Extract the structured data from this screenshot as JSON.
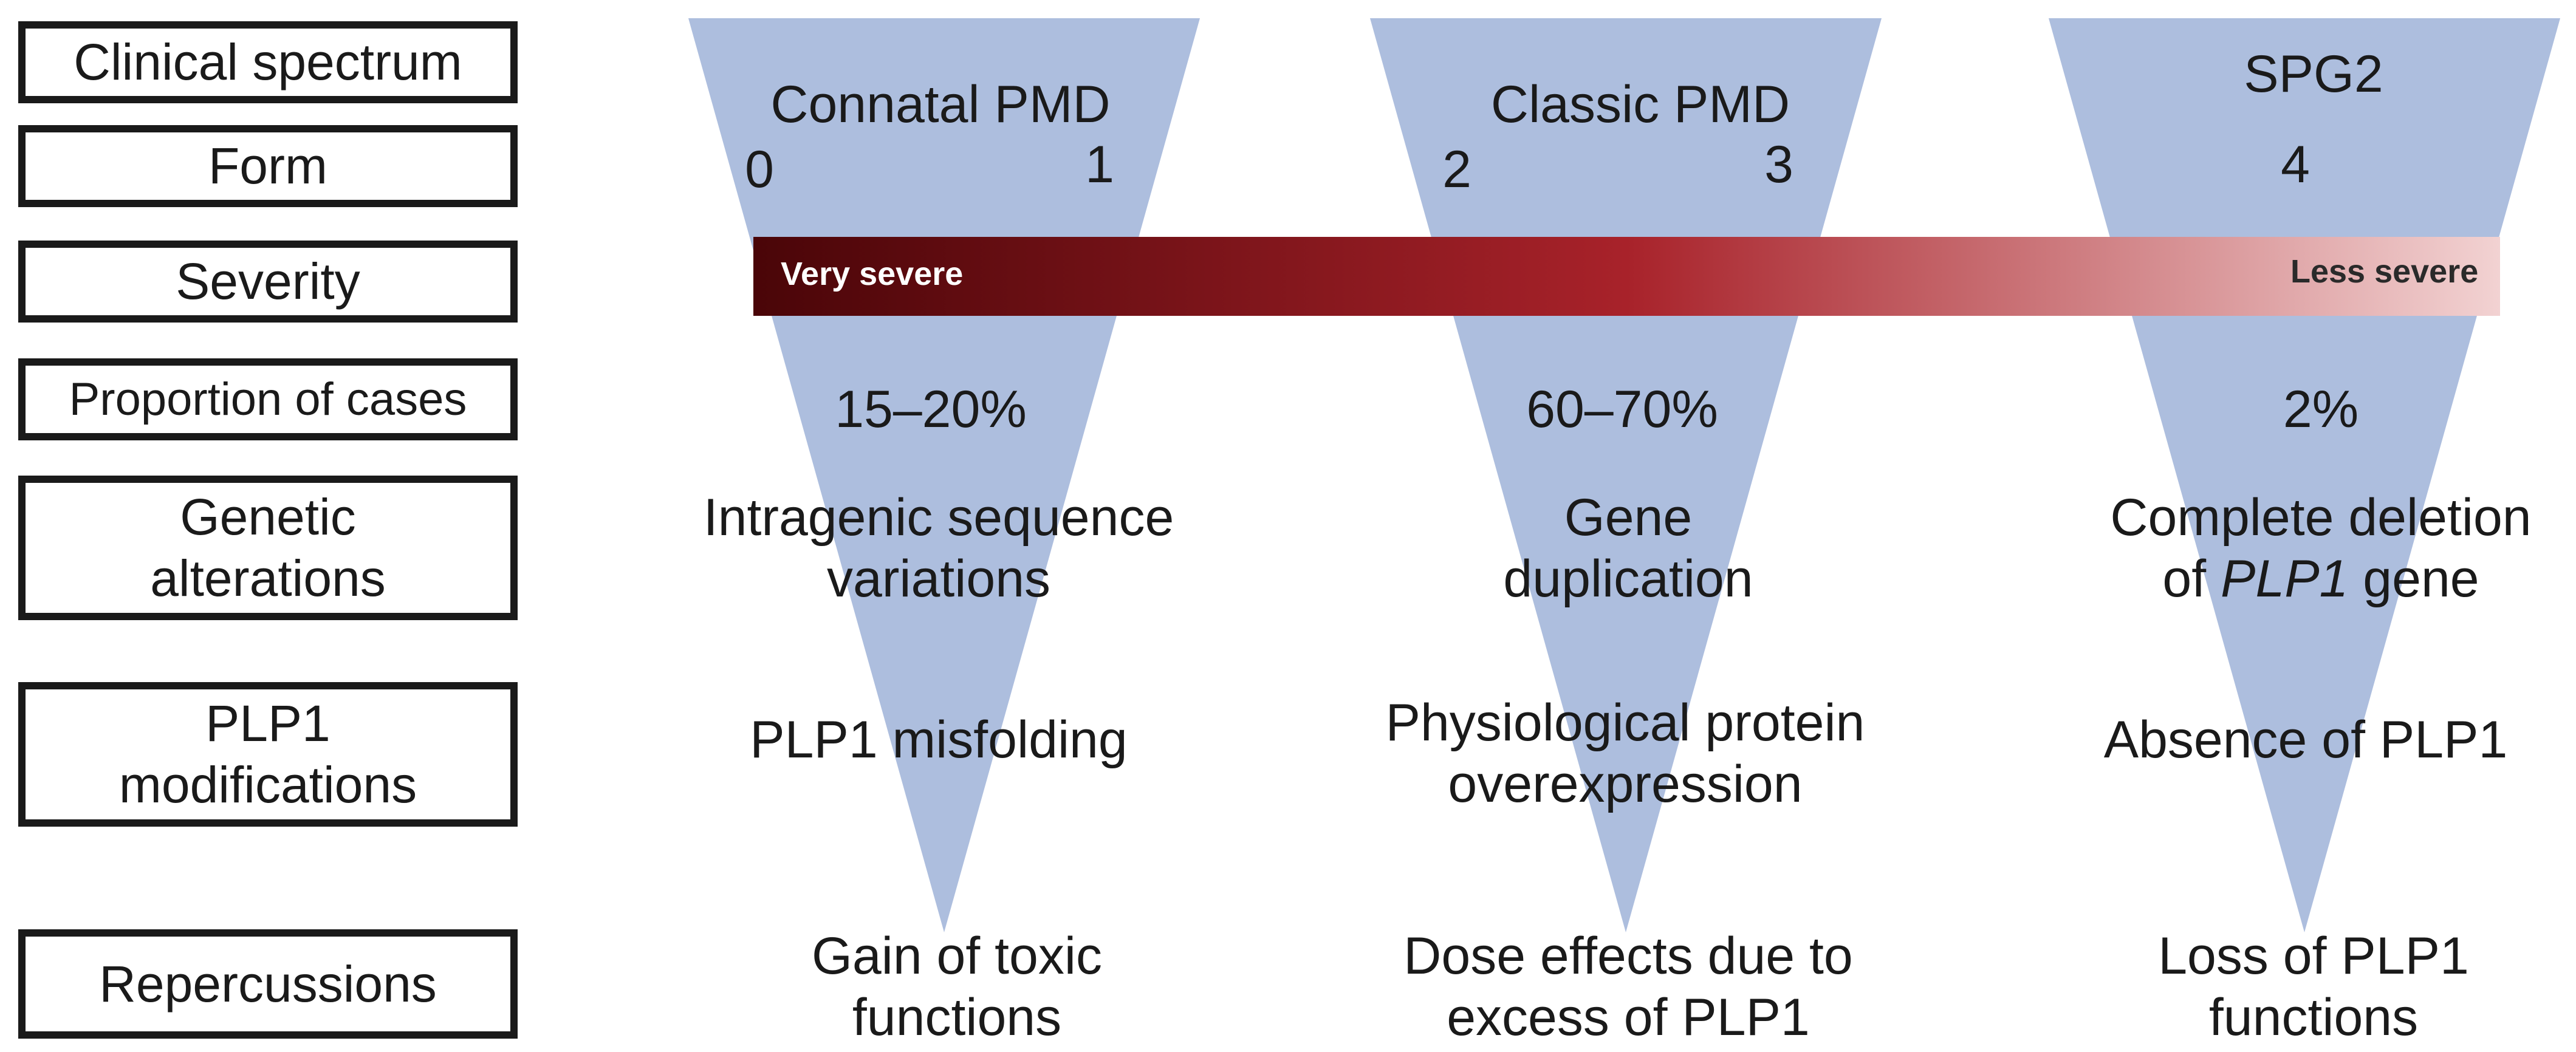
{
  "row_labels": {
    "clinical_spectrum": "Clinical spectrum",
    "form": "Form",
    "severity": "Severity",
    "proportion": "Proportion of cases",
    "genetic_line1": "Genetic",
    "genetic_line2": "alterations",
    "plp1_line1": "PLP1",
    "plp1_line2": "modifications",
    "repercussions": "Repercussions"
  },
  "columns": [
    {
      "spectrum": "Connatal PMD",
      "forms": [
        "0",
        "1"
      ],
      "proportion": "15–20%",
      "genetic_line1": "Intragenic sequence",
      "genetic_line2": "variations",
      "plp1_line1": "PLP1 misfolding",
      "plp1_line2": "",
      "repercussion_line1": "Gain of toxic",
      "repercussion_line2": "functions"
    },
    {
      "spectrum": "Classic PMD",
      "forms": [
        "2",
        "3"
      ],
      "proportion": "60–70%",
      "genetic_line1": "Gene",
      "genetic_line2": "duplication",
      "plp1_line1": "Physiological protein",
      "plp1_line2": "overexpression",
      "repercussion_line1": "Dose effects due to",
      "repercussion_line2": "excess of PLP1"
    },
    {
      "spectrum": "SPG2",
      "forms": [
        "4"
      ],
      "proportion": "2%",
      "genetic_line1": "Complete deletion",
      "genetic_line2_pre": "of ",
      "genetic_line2_gene": "PLP1",
      "genetic_line2_post": " gene",
      "plp1_line1": "Absence of PLP1",
      "plp1_line2": "",
      "repercussion_line1": "Loss of PLP1",
      "repercussion_line2": "functions"
    }
  ],
  "severity_bar": {
    "left_label": "Very severe",
    "right_label": "Less severe",
    "colors": [
      "#4a0508",
      "#a8222a",
      "#f2d2d2"
    ]
  },
  "colors": {
    "triangle": "#adbede",
    "border": "#1a1a1a"
  }
}
